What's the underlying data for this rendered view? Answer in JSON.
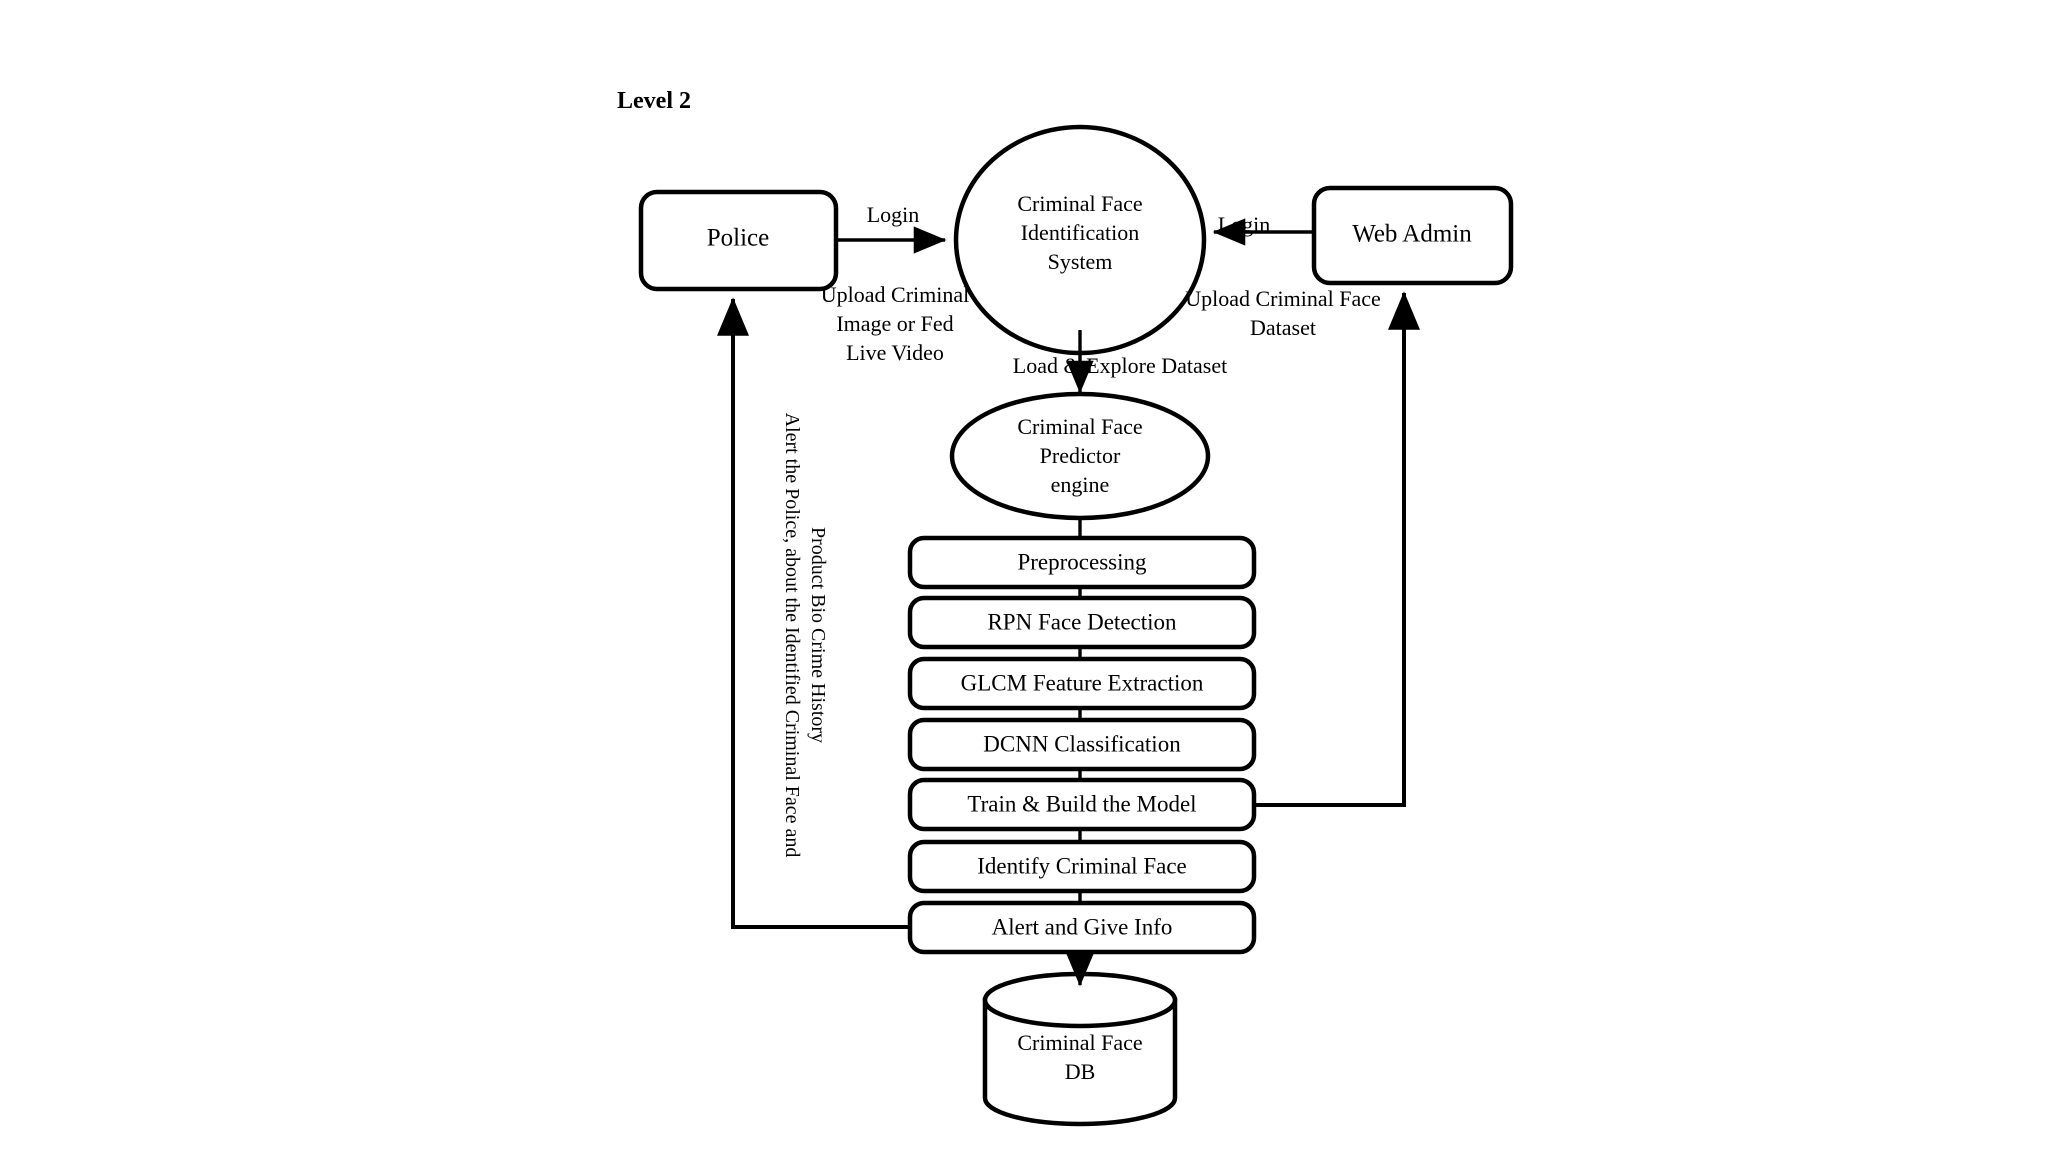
{
  "diagram": {
    "title": "Level 2",
    "entities": [
      {
        "id": "police",
        "label": "Police",
        "shape": "rounded-rect"
      },
      {
        "id": "web-admin",
        "label": "Web Admin",
        "shape": "rounded-rect"
      }
    ],
    "processes": [
      {
        "id": "cfis",
        "shape": "ellipse",
        "lines": [
          "Criminal Face",
          "Identification",
          "System"
        ]
      },
      {
        "id": "predictor",
        "shape": "ellipse",
        "lines": [
          "Criminal Face",
          "Predictor",
          "engine"
        ]
      }
    ],
    "pipeline": [
      {
        "id": "preprocessing",
        "label": "Preprocessing"
      },
      {
        "id": "rpn-face-detection",
        "label": "RPN Face Detection"
      },
      {
        "id": "glcm-feature-extraction",
        "label": "GLCM Feature Extraction"
      },
      {
        "id": "dcnn-classification",
        "label": "DCNN Classification"
      },
      {
        "id": "train-build-model",
        "label": "Train & Build the Model"
      },
      {
        "id": "identify-criminal-face",
        "label": "Identify Criminal Face"
      },
      {
        "id": "alert-give-info",
        "label": "Alert and Give Info"
      }
    ],
    "datastore": {
      "id": "criminal-face-db",
      "shape": "cylinder",
      "lines": [
        "Criminal Face",
        "DB"
      ]
    },
    "flows": {
      "police_login": "Login",
      "admin_login": "Login",
      "upload_criminal_image": [
        "Upload Criminal",
        "Image or Fed",
        "Live Video"
      ],
      "upload_criminal_dataset": [
        "Upload Criminal Face",
        "Dataset"
      ],
      "load_explore_dataset": "Load & Explore Dataset",
      "alert_police_feedback": [
        "Alert the Police, about the Identified Criminal Face and",
        "Product Bio Crime History"
      ]
    },
    "colors": {
      "stroke": "#000000",
      "fill": "#ffffff",
      "text": "#000000"
    }
  }
}
